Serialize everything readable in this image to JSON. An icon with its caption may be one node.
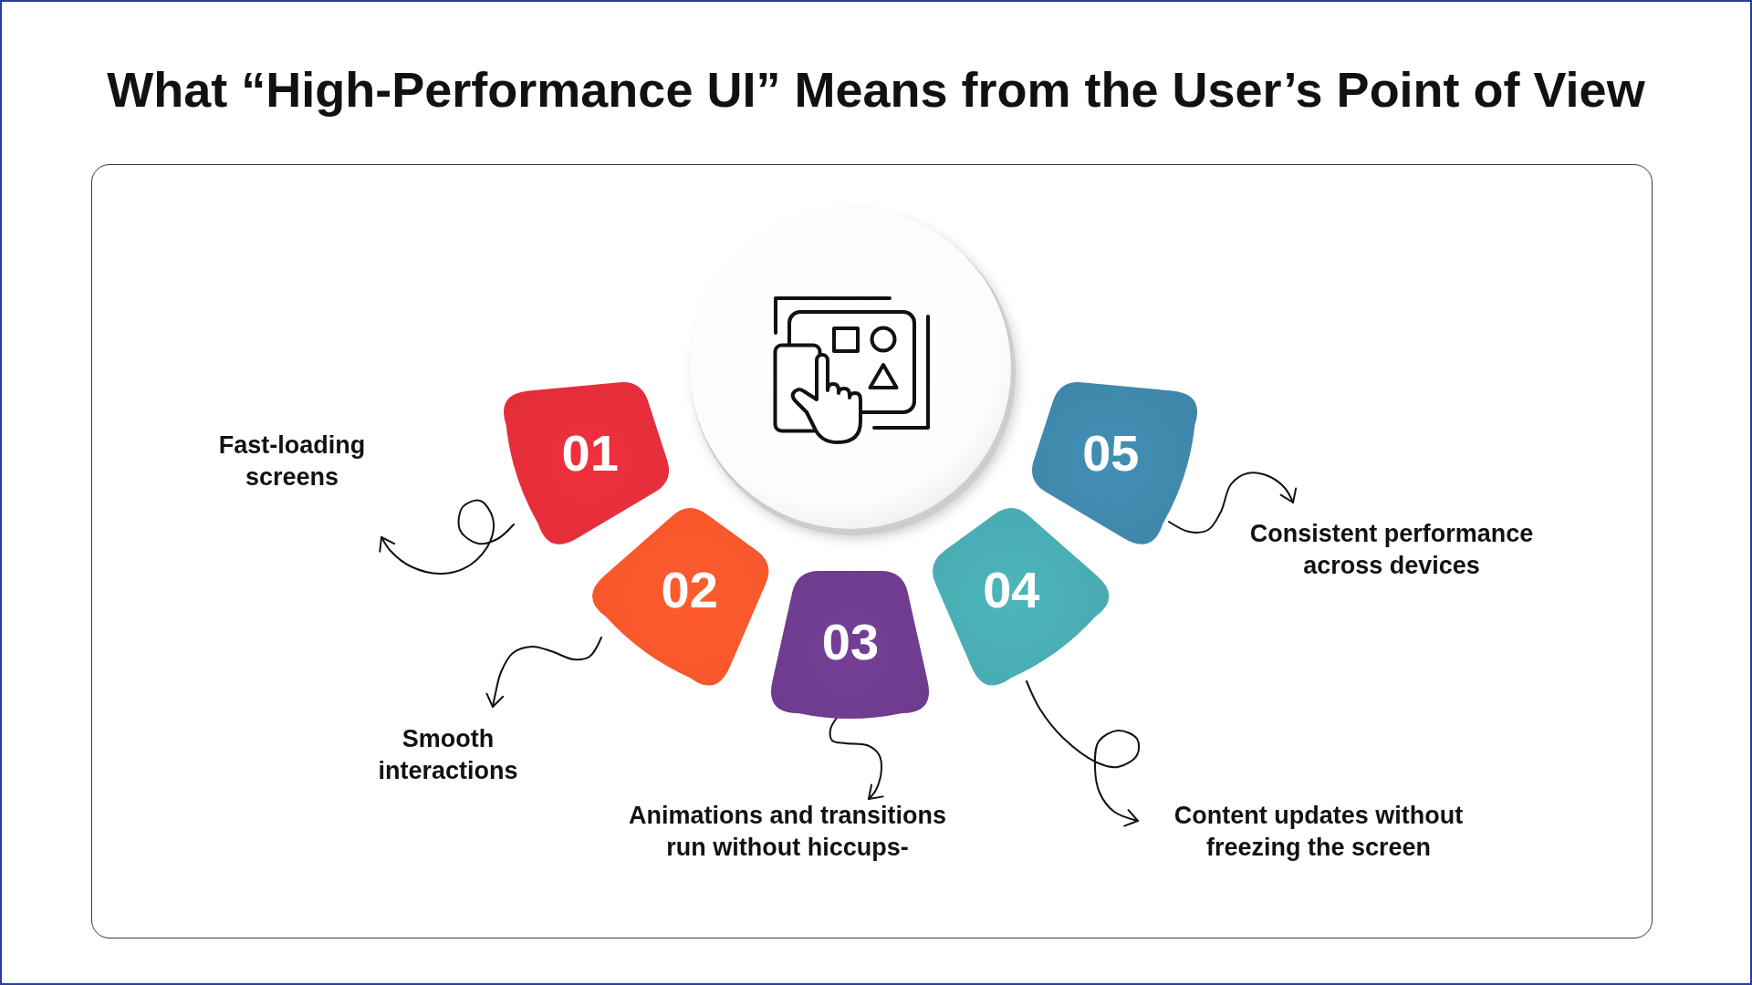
{
  "diagram": {
    "title": "What “High-Performance UI” Means from the User’s Point of View",
    "nodes": [
      {
        "text": [
          "01"
        ]
      },
      {
        "text": [
          "Fast-loading screens"
        ]
      },
      {
        "text": [
          "02"
        ]
      },
      {
        "text": [
          "Smooth interactions"
        ]
      },
      {
        "text": [
          "03"
        ]
      },
      {
        "text": [
          "Animations and transitions run without hiccups-"
        ]
      },
      {
        "text": [
          "04"
        ]
      },
      {
        "text": [
          "Content updates without freezing the screen"
        ]
      },
      {
        "text": [
          "05"
        ]
      },
      {
        "text": [
          "Consistent performance across devices"
        ]
      }
    ],
    "edges": [
      {
        "from": 0,
        "to": 1,
        "arrow": "to"
      },
      {
        "from": 2,
        "to": 3,
        "arrow": "to"
      },
      {
        "from": 4,
        "to": 5,
        "arrow": "to"
      },
      {
        "from": 6,
        "to": 7,
        "arrow": "to"
      },
      {
        "from": 8,
        "to": 9,
        "arrow": "to"
      }
    ]
  }
}
